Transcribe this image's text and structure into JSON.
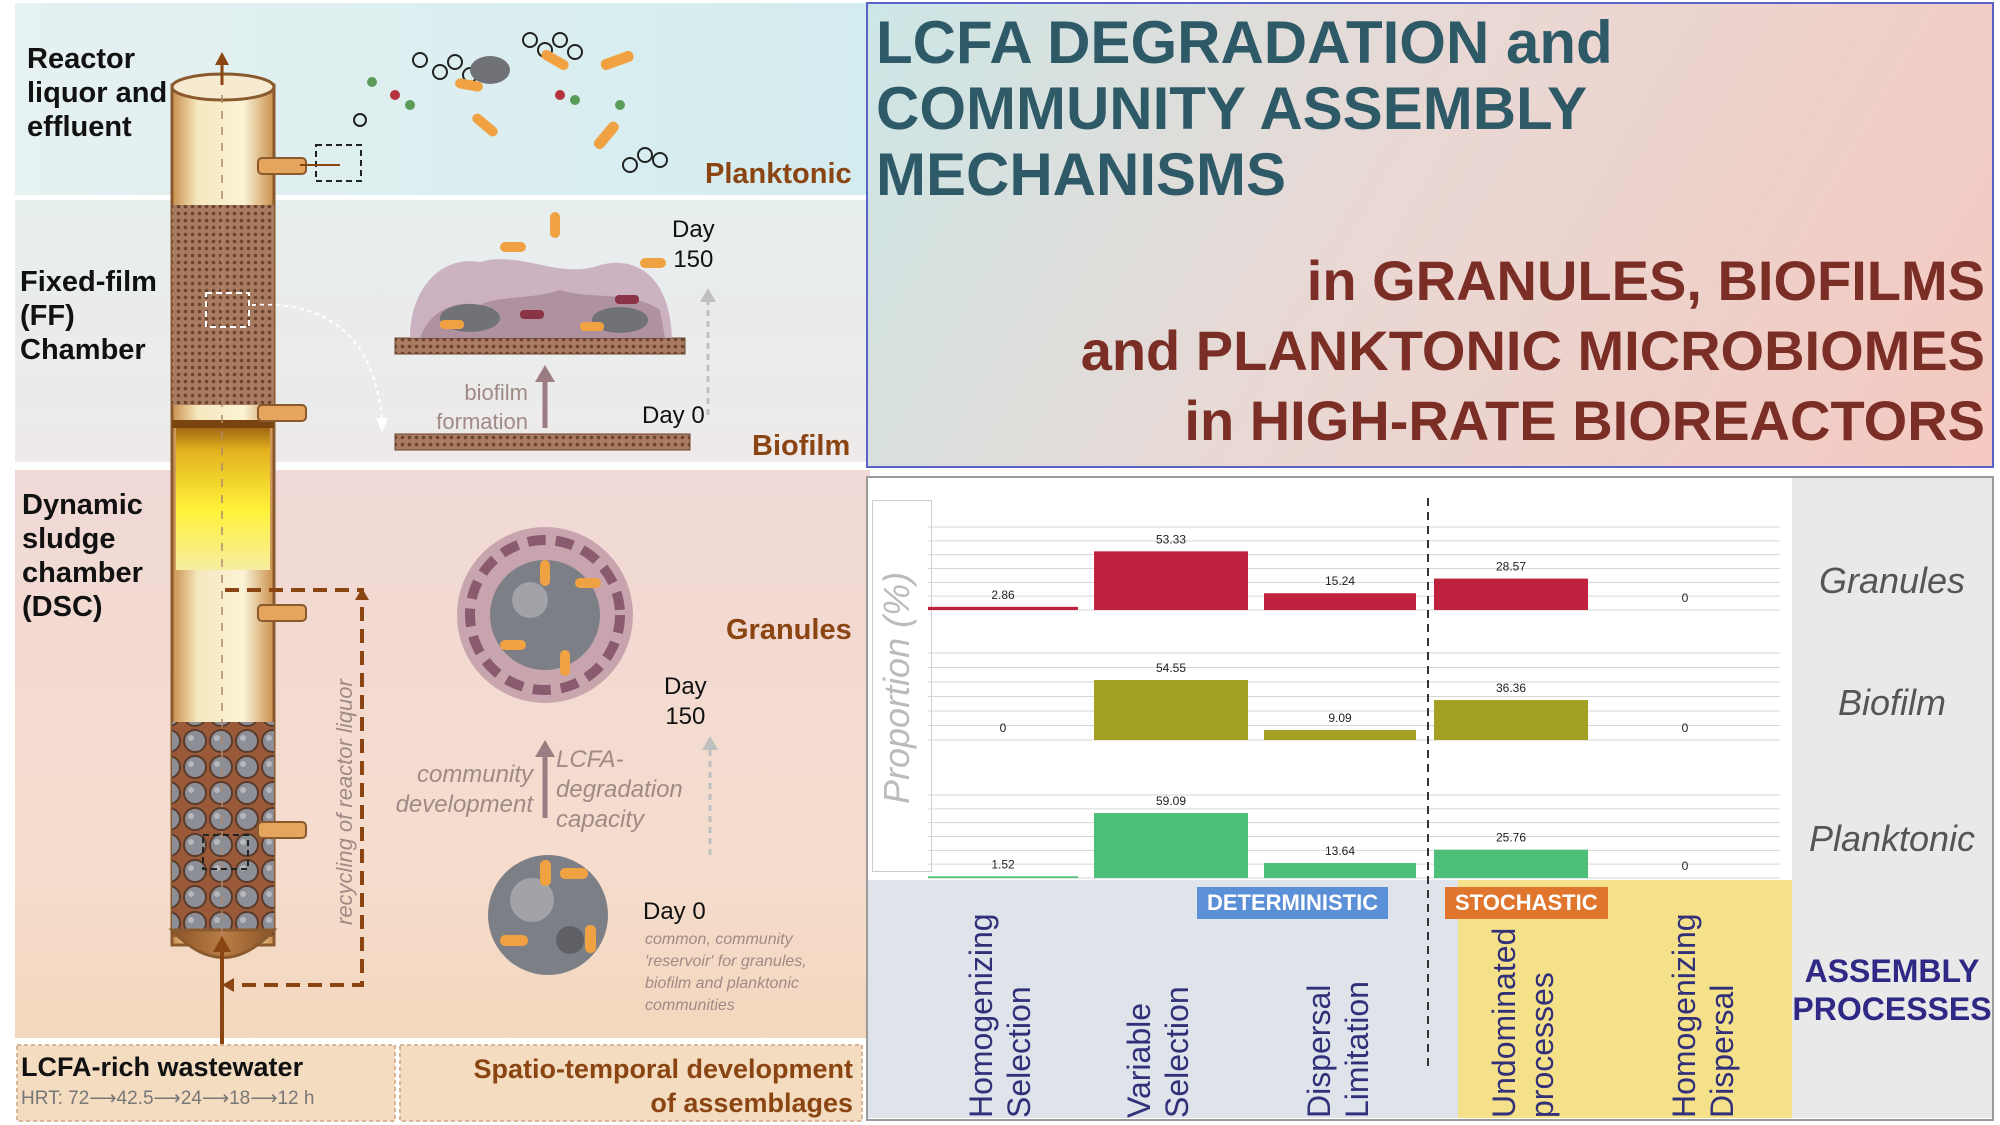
{
  "title": {
    "line1": "LCFA DEGRADATION and",
    "line2": "COMMUNITY ASSEMBLY",
    "line3": "MECHANISMS",
    "line4": "in GRANULES, BIOFILMS",
    "line5": "and PLANKTONIC MICROBIOMES",
    "line6": "in HIGH-RATE BIOREACTORS"
  },
  "reactor": {
    "liquor_label": "Reactor liquor and effluent",
    "liquor_lines": [
      "Reactor",
      "liquor and",
      "effluent"
    ],
    "ff_lines": [
      "Fixed-film",
      "(FF)",
      "Chamber"
    ],
    "dsc_lines": [
      "Dynamic",
      "sludge",
      "chamber",
      "(DSC)"
    ],
    "recycling": "recycling of reactor liquor",
    "wastewater": "LCFA-rich wastewater",
    "hrt": "HRT: 72⟶42.5⟶24⟶18⟶12 h",
    "spatio_lines": [
      "Spatio-temporal development",
      "of assemblages"
    ]
  },
  "zones": {
    "planktonic": "Planktonic",
    "biofilm": "Biofilm",
    "granules": "Granules",
    "biofilm_day150": [
      "Day",
      "150"
    ],
    "biofilm_day0": "Day 0",
    "biofilm_formation": [
      "biofilm",
      "formation"
    ],
    "granule_day150": [
      "Day",
      "150"
    ],
    "granule_day0": "Day 0",
    "community_development": [
      "community",
      "development"
    ],
    "lcfa_capacity": [
      "LCFA-",
      "degradation",
      "capacity"
    ],
    "reservoir_note": [
      "common, community",
      "'reservoir' for granules,",
      "biofilm and planktonic",
      "communities"
    ]
  },
  "chart_data": {
    "type": "bar",
    "ylabel": "Proportion (%)",
    "categories": [
      "Homogenizing Selection",
      "Variable Selection",
      "Dispersal Limitation",
      "Undominated processes",
      "Homogenizing Dispersal"
    ],
    "category_lines": [
      [
        "Homogenizing",
        "Selection"
      ],
      [
        "Variable",
        "Selection"
      ],
      [
        "Dispersal",
        "Limitation"
      ],
      [
        "Undominated",
        "processes"
      ],
      [
        "Homogenizing",
        "Dispersal"
      ]
    ],
    "groups": [
      {
        "label": "DETERMINISTIC",
        "categories": [
          0,
          1,
          2
        ],
        "color": "#5b8fd6"
      },
      {
        "label": "STOCHASTIC",
        "categories": [
          3,
          4
        ],
        "color": "#e0762e"
      }
    ],
    "series": [
      {
        "name": "Granules",
        "values": [
          2.86,
          53.33,
          15.24,
          28.57,
          0
        ],
        "labels": [
          "2.86",
          "53.33",
          "15.24",
          "28.57",
          "0"
        ],
        "color": "#c0213f"
      },
      {
        "name": "Biofilm",
        "values": [
          0,
          54.55,
          9.09,
          36.36,
          0
        ],
        "labels": [
          "0",
          "54.55",
          "9.09",
          "36.36",
          "0"
        ],
        "color": "#a4a023"
      },
      {
        "name": "Planktonic",
        "values": [
          1.52,
          59.09,
          13.64,
          25.76,
          0
        ],
        "labels": [
          "1.52",
          "59.09",
          "13.64",
          "25.76",
          "0"
        ],
        "color": "#4dbf78"
      }
    ],
    "assembly_label": [
      "ASSEMBLY",
      "PROCESSES"
    ]
  },
  "colors": {
    "title_dark": "#2e5a68",
    "title_brown": "#7a2e25",
    "label_brown": "#8b4513",
    "deterministic_bg": "#dfe3ea",
    "stochastic_bg": "#f4e189"
  }
}
